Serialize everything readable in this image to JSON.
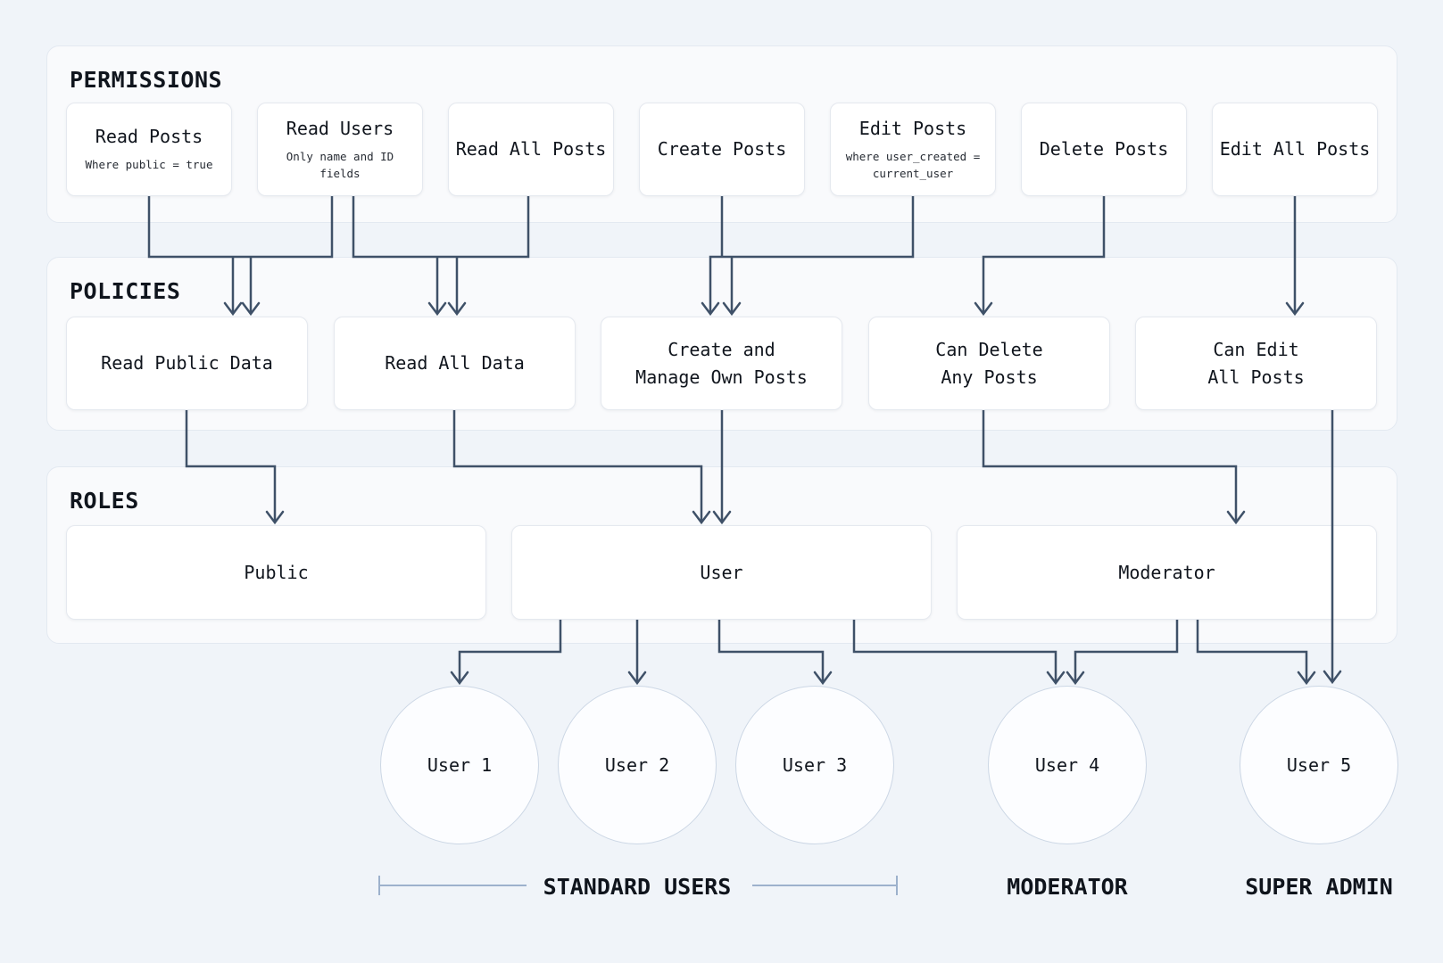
{
  "diagram": {
    "sections": [
      {
        "id": "permissions",
        "label": "PERMISSIONS"
      },
      {
        "id": "policies",
        "label": "POLICIES"
      },
      {
        "id": "roles",
        "label": "ROLES"
      }
    ],
    "permissions": [
      {
        "title": "Read Posts",
        "subtitle": "Where public = true"
      },
      {
        "title": "Read Users",
        "subtitle": "Only name and ID fields"
      },
      {
        "title": "Read All Posts",
        "subtitle": ""
      },
      {
        "title": "Create Posts",
        "subtitle": ""
      },
      {
        "title": "Edit Posts",
        "subtitle": "where user_created = current_user"
      },
      {
        "title": "Delete Posts",
        "subtitle": ""
      },
      {
        "title": "Edit All Posts",
        "subtitle": ""
      }
    ],
    "policies": [
      {
        "lines": [
          "Read Public Data",
          ""
        ]
      },
      {
        "lines": [
          "Read All Data",
          ""
        ]
      },
      {
        "lines": [
          "Create and",
          "Manage Own Posts"
        ]
      },
      {
        "lines": [
          "Can Delete",
          "Any Posts"
        ]
      },
      {
        "lines": [
          "Can Edit",
          "All Posts"
        ]
      }
    ],
    "roles": [
      {
        "title": "Public"
      },
      {
        "title": "User"
      },
      {
        "title": "Moderator"
      }
    ],
    "users": [
      {
        "label": "User 1"
      },
      {
        "label": "User 2"
      },
      {
        "label": "User 3"
      },
      {
        "label": "User 4"
      },
      {
        "label": "User 5"
      }
    ],
    "groups": [
      {
        "label": "STANDARD USERS"
      },
      {
        "label": "MODERATOR"
      },
      {
        "label": "SUPER ADMIN"
      }
    ],
    "colors": {
      "page_bg": "#f0f4f9",
      "panel_bg": "#f9fafc",
      "panel_border": "#e3e9f1",
      "arrow": "#3f5168",
      "bracket": "#9db1cc",
      "ink": "#10151d"
    }
  }
}
